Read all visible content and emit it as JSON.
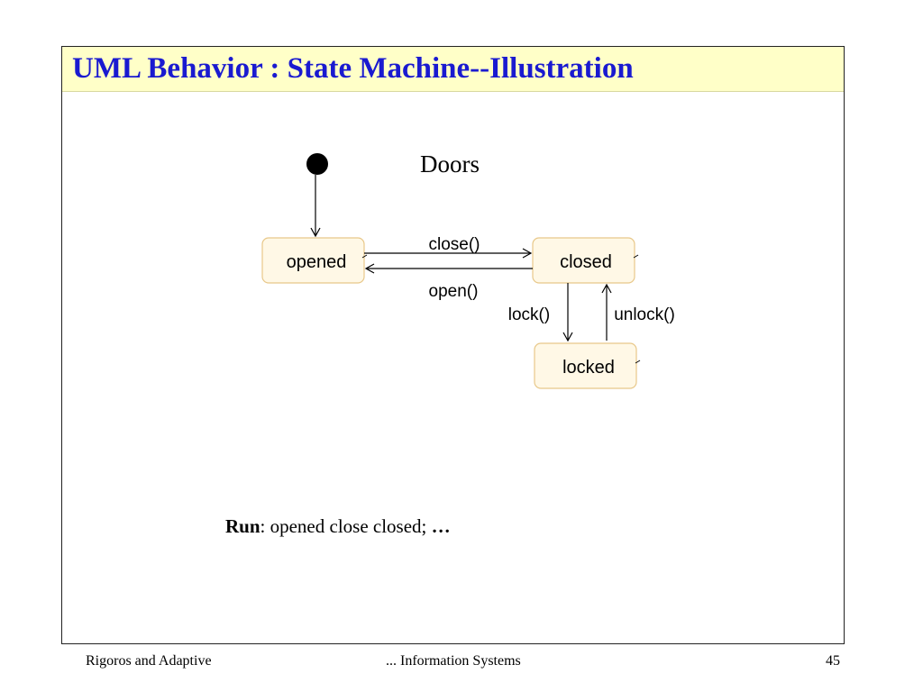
{
  "slide": {
    "title": "UML Behavior : State Machine--Illustration",
    "diagram_title": "Doors",
    "states": [
      {
        "id": "opened",
        "label": "opened"
      },
      {
        "id": "closed",
        "label": "closed"
      },
      {
        "id": "locked",
        "label": "locked"
      }
    ],
    "transitions": [
      {
        "from": "initial",
        "to": "opened",
        "label": ""
      },
      {
        "from": "opened",
        "to": "closed",
        "label": "close()"
      },
      {
        "from": "closed",
        "to": "opened",
        "label": "open()"
      },
      {
        "from": "closed",
        "to": "locked",
        "label": "lock()"
      },
      {
        "from": "locked",
        "to": "closed",
        "label": "unlock()"
      }
    ],
    "run": {
      "label": "Run",
      "text": ": opened close closed; ",
      "ellipsis": "…"
    }
  },
  "footer": {
    "left": "Rigoros and Adaptive",
    "center": "... Information Systems",
    "page_number": "45"
  },
  "colors": {
    "title_text": "#1a1ad0",
    "title_background": "#ffffc8",
    "state_fill": "#fff8e6",
    "state_border": "#e8c88a"
  }
}
